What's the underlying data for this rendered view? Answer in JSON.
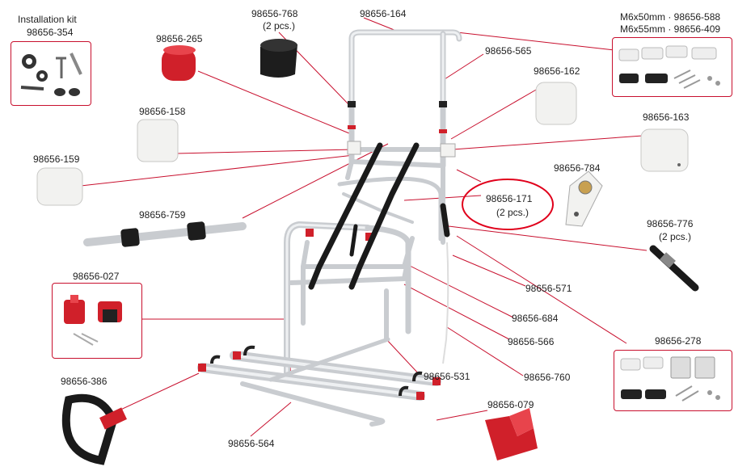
{
  "labels": {
    "installation_kit_title": "Installation kit",
    "installation_kit": "98656-354",
    "p768": "98656-768",
    "p768_qty": "(2 pcs.)",
    "p164": "98656-164",
    "m6x50": "M6x50mm · 98656-588",
    "m6x55": "M6x55mm · 98656-409",
    "p265": "98656-265",
    "p565": "98656-565",
    "p162": "98656-162",
    "p158": "98656-158",
    "p163": "98656-163",
    "p159": "98656-159",
    "p784": "98656-784",
    "p171": "98656-171",
    "p171_qty": "(2 pcs.)",
    "p759": "98656-759",
    "p776": "98656-776",
    "p776_qty": "(2 pcs.)",
    "p027": "98656-027",
    "p571": "98656-571",
    "p684": "98656-684",
    "p566": "98656-566",
    "p278": "98656-278",
    "p386": "98656-386",
    "p531": "98656-531",
    "p760": "98656-760",
    "p079": "98656-079",
    "p564": "98656-564"
  },
  "colors": {
    "leader_line": "#c8102e",
    "frame": "#c9ccd0",
    "strap": "#1a1a1a",
    "red_part": "#d0202a",
    "white_part": "#f2f2f0",
    "highlight": "#e0001b"
  }
}
